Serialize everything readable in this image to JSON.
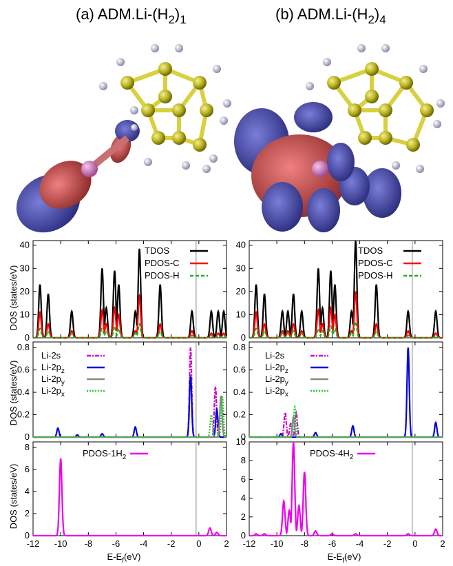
{
  "figure": {
    "panel_titles": [
      {
        "prefix": "(a) ADM.Li-(H",
        "sub": "2",
        "after": ")",
        "sub2": "1"
      },
      {
        "prefix": "(b) ADM.Li-(H",
        "sub": "2",
        "after": ")",
        "sub2": "4"
      }
    ],
    "ylabel": "DOS (states/eV)",
    "xlabel": {
      "main": "E-E",
      "sub": "f",
      "unit": "(eV)"
    },
    "fermi_line_color": "#999999"
  },
  "chart_data": [
    {
      "id": "a-total",
      "type": "line",
      "xlim": [
        -12,
        2
      ],
      "ylim": [
        0,
        42
      ],
      "yticks": [
        0,
        10,
        20,
        30,
        40
      ],
      "xticks": [
        -12,
        -10,
        -8,
        -6,
        -4,
        -2,
        0,
        2
      ],
      "show_xticklabels": false,
      "fermi": -0.2,
      "width": 0.09,
      "series": [
        {
          "name": "TDOS",
          "color": "#000000",
          "dash": false,
          "peaks": [
            [
              -11.5,
              23
            ],
            [
              -10.9,
              19
            ],
            [
              -9.2,
              11.5
            ],
            [
              -7.0,
              30
            ],
            [
              -6.7,
              13
            ],
            [
              -6.1,
              29
            ],
            [
              -5.8,
              23
            ],
            [
              -4.6,
              11.5
            ],
            [
              -4.3,
              38.5
            ],
            [
              -2.8,
              23
            ],
            [
              -0.5,
              11.5
            ],
            [
              0.9,
              11.5
            ],
            [
              1.4,
              11.5
            ],
            [
              1.8,
              11.5
            ]
          ]
        },
        {
          "name": "PDOS-C",
          "color": "#ff0000",
          "dash": false,
          "peaks": [
            [
              -11.5,
              11
            ],
            [
              -10.9,
              6
            ],
            [
              -9.2,
              3
            ],
            [
              -7.0,
              12
            ],
            [
              -6.7,
              6
            ],
            [
              -6.1,
              13
            ],
            [
              -5.8,
              10
            ],
            [
              -4.6,
              3
            ],
            [
              -4.3,
              18
            ],
            [
              -2.8,
              6
            ],
            [
              -0.5,
              3
            ],
            [
              0.9,
              2
            ],
            [
              1.4,
              2
            ],
            [
              1.8,
              2
            ]
          ]
        },
        {
          "name": "PDOS-H",
          "color": "#22aa22",
          "dash": true,
          "peaks": [
            [
              -11.5,
              4
            ],
            [
              -10.9,
              3
            ],
            [
              -9.2,
              2
            ],
            [
              -7.0,
              4
            ],
            [
              -6.7,
              3
            ],
            [
              -6.1,
              5
            ],
            [
              -5.8,
              4
            ],
            [
              -4.6,
              2
            ],
            [
              -4.3,
              6
            ],
            [
              -2.8,
              3
            ],
            [
              -0.5,
              1
            ],
            [
              0.9,
              1
            ],
            [
              1.4,
              1
            ],
            [
              1.8,
              1
            ]
          ]
        }
      ]
    },
    {
      "id": "a-li",
      "type": "line",
      "xlim": [
        -12,
        2
      ],
      "ylim": [
        0,
        0.85
      ],
      "yticks": [
        0,
        0.2,
        0.4,
        0.6,
        0.8
      ],
      "xticks": [
        -12,
        -10,
        -8,
        -6,
        -4,
        -2,
        0,
        2
      ],
      "show_xticklabels": false,
      "fermi": -0.2,
      "width": 0.08,
      "series": [
        {
          "name": "Li-2s",
          "label_main": "Li-2s",
          "label_sub": "",
          "color": "#cc00cc",
          "dash": "dashdot",
          "peaks": [
            [
              -0.6,
              0.8
            ],
            [
              1.2,
              0.45
            ]
          ]
        },
        {
          "name": "Li-2pz",
          "label_main": "Li-2p",
          "label_sub": "z",
          "color": "#0000dd",
          "dash": false,
          "peaks": [
            [
              -10.2,
              0.08
            ],
            [
              -8.8,
              0.02
            ],
            [
              -7.0,
              0.03
            ],
            [
              -4.6,
              0.09
            ],
            [
              -0.6,
              0.55
            ],
            [
              1.3,
              0.25
            ]
          ]
        },
        {
          "name": "Li-2py",
          "label_main": "Li-2p",
          "label_sub": "y",
          "color": "#888888",
          "dash": false,
          "peaks": [
            [
              1.6,
              0.37
            ]
          ]
        },
        {
          "name": "Li-2px",
          "label_main": "Li-2p",
          "label_sub": "x",
          "color": "#22cc22",
          "dash": "dot",
          "peaks": [
            [
              0.9,
              0.2
            ],
            [
              1.7,
              0.36
            ]
          ]
        }
      ]
    },
    {
      "id": "a-h2",
      "type": "line",
      "xlim": [
        -12,
        2
      ],
      "ylim": [
        0,
        8.5
      ],
      "yticks": [
        0,
        2,
        4,
        6,
        8
      ],
      "xticks": [
        -12,
        -10,
        -8,
        -6,
        -4,
        -2,
        0,
        2
      ],
      "show_xticklabels": true,
      "fermi": -0.2,
      "width": 0.09,
      "series": [
        {
          "name": "PDOS-1H2",
          "label_main": "PDOS-1H",
          "label_sub": "2",
          "color": "#ee00ee",
          "dash": false,
          "peaks": [
            [
              -10.0,
              7.0
            ],
            [
              0.8,
              0.7
            ],
            [
              1.3,
              0.3
            ]
          ]
        }
      ]
    },
    {
      "id": "b-total",
      "type": "line",
      "xlim": [
        -12,
        2
      ],
      "ylim": [
        0,
        42
      ],
      "yticks": [
        0,
        10,
        20,
        30,
        40
      ],
      "xticks": [
        -12,
        -10,
        -8,
        -6,
        -4,
        -2,
        0,
        2
      ],
      "show_xticklabels": false,
      "fermi": -0.2,
      "width": 0.09,
      "series": [
        {
          "name": "TDOS",
          "color": "#000000",
          "dash": false,
          "peaks": [
            [
              -11.5,
              23
            ],
            [
              -10.9,
              19
            ],
            [
              -9.6,
              11.5
            ],
            [
              -9.2,
              11.5
            ],
            [
              -8.8,
              19
            ],
            [
              -8.2,
              11.5
            ],
            [
              -7.0,
              30
            ],
            [
              -6.7,
              13
            ],
            [
              -6.1,
              29
            ],
            [
              -5.8,
              23
            ],
            [
              -4.6,
              11.5
            ],
            [
              -4.3,
              42
            ],
            [
              -2.8,
              23
            ],
            [
              -0.5,
              11.5
            ],
            [
              1.5,
              11.5
            ]
          ]
        },
        {
          "name": "PDOS-C",
          "color": "#ff0000",
          "dash": false,
          "peaks": [
            [
              -11.5,
              11
            ],
            [
              -10.9,
              6
            ],
            [
              -9.6,
              3
            ],
            [
              -9.2,
              3
            ],
            [
              -8.8,
              6
            ],
            [
              -8.2,
              3
            ],
            [
              -7.0,
              12
            ],
            [
              -6.7,
              6
            ],
            [
              -6.1,
              13
            ],
            [
              -5.8,
              10
            ],
            [
              -4.6,
              3
            ],
            [
              -4.3,
              20
            ],
            [
              -2.8,
              6
            ],
            [
              -0.5,
              3
            ],
            [
              1.5,
              2
            ]
          ]
        },
        {
          "name": "PDOS-H",
          "color": "#22aa22",
          "dash": true,
          "peaks": [
            [
              -11.5,
              4
            ],
            [
              -10.9,
              3
            ],
            [
              -9.6,
              2
            ],
            [
              -9.2,
              2
            ],
            [
              -8.8,
              3
            ],
            [
              -8.2,
              2
            ],
            [
              -7.0,
              4
            ],
            [
              -6.7,
              3
            ],
            [
              -6.1,
              5
            ],
            [
              -5.8,
              4
            ],
            [
              -4.6,
              2
            ],
            [
              -4.3,
              7
            ],
            [
              -2.8,
              3
            ],
            [
              -0.5,
              1
            ],
            [
              1.5,
              1
            ]
          ]
        }
      ]
    },
    {
      "id": "b-li",
      "type": "line",
      "xlim": [
        -12,
        2
      ],
      "ylim": [
        0,
        0.85
      ],
      "yticks": [
        0,
        0.2,
        0.4,
        0.6,
        0.8
      ],
      "xticks": [
        -12,
        -10,
        -8,
        -6,
        -4,
        -2,
        0,
        2
      ],
      "show_xticklabels": false,
      "fermi": -0.2,
      "width": 0.08,
      "series": [
        {
          "name": "Li-2s",
          "label_main": "Li-2s",
          "label_sub": "",
          "color": "#cc00cc",
          "dash": "dashdot",
          "peaks": [
            [
              -9.4,
              0.22
            ],
            [
              -9.0,
              0.12
            ],
            [
              -8.6,
              0.22
            ]
          ]
        },
        {
          "name": "Li-2pz",
          "label_main": "Li-2p",
          "label_sub": "z",
          "color": "#0000dd",
          "dash": false,
          "peaks": [
            [
              -9.7,
              0.03
            ],
            [
              -7.2,
              0.04
            ],
            [
              -4.5,
              0.1
            ],
            [
              -0.5,
              0.8
            ],
            [
              1.5,
              0.13
            ]
          ]
        },
        {
          "name": "Li-2py",
          "label_main": "Li-2p",
          "label_sub": "y",
          "color": "#888888",
          "dash": false,
          "peaks": [
            [
              -8.8,
              0.18
            ]
          ]
        },
        {
          "name": "Li-2px",
          "label_main": "Li-2p",
          "label_sub": "x",
          "color": "#22cc22",
          "dash": "dot",
          "peaks": [
            [
              -8.7,
              0.27
            ]
          ]
        }
      ]
    },
    {
      "id": "b-h2",
      "type": "line",
      "xlim": [
        -12,
        2
      ],
      "ylim": [
        0,
        10
      ],
      "yticks": [
        0,
        2,
        4,
        6,
        8,
        10
      ],
      "xticks": [
        -12,
        -10,
        -8,
        -6,
        -4,
        -2,
        0,
        2
      ],
      "show_xticklabels": true,
      "fermi": -0.2,
      "width": 0.09,
      "series": [
        {
          "name": "PDOS-4H2",
          "label_main": "PDOS-4H",
          "label_sub": "2",
          "color": "#ee00ee",
          "dash": false,
          "peaks": [
            [
              -11.5,
              0.2
            ],
            [
              -10.9,
              0.2
            ],
            [
              -9.5,
              3.7
            ],
            [
              -9.1,
              2.7
            ],
            [
              -8.8,
              10
            ],
            [
              -8.4,
              3.2
            ],
            [
              -8.0,
              6.8
            ],
            [
              -7.2,
              0.5
            ],
            [
              -6.0,
              0.2
            ],
            [
              -4.3,
              0.2
            ],
            [
              -0.5,
              0.2
            ],
            [
              1.5,
              0.7
            ]
          ]
        }
      ]
    }
  ]
}
